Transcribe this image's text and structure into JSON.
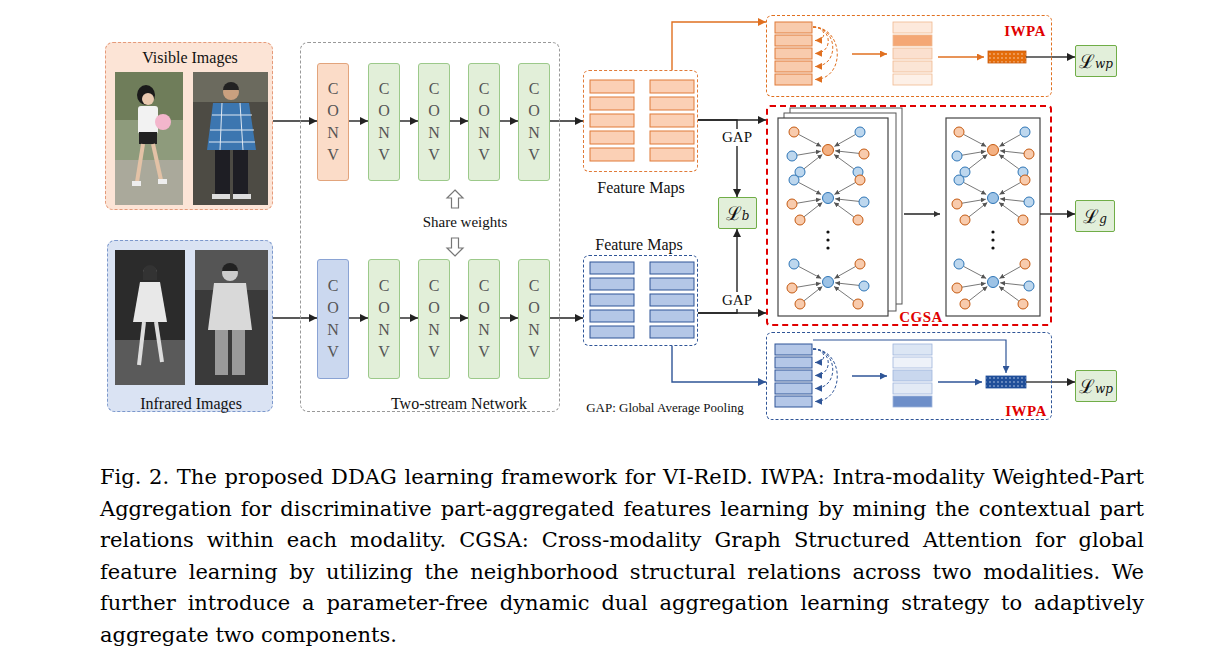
{
  "diagram": {
    "caption": "Fig. 2. The proposed DDAG learning framework for VI-ReID. IWPA: Intra-modality Weighted-Part Aggregation for discriminative part-aggregated features learning by mining the contextual part relations within each modality. CGSA: Cross-modality Graph Structured Attention for global feature learning by utilizing the neighborhood structural relations across two modalities. We further introduce a parameter-free dynamic dual aggregation learning strategy to adaptively aggregate two components.",
    "nodes": [
      {
        "text": [
          "Visible Images"
        ]
      },
      {
        "text": [
          "Two-stream Network"
        ]
      },
      {
        "text": [
          "CONV"
        ],
        "in": 1
      },
      {
        "text": [
          "CONV"
        ],
        "in": 1
      },
      {
        "text": [
          "CONV"
        ],
        "in": 1
      },
      {
        "text": [
          "CONV"
        ],
        "in": 1
      },
      {
        "text": [
          "CONV"
        ],
        "in": 1
      },
      {
        "text": [
          "CONV"
        ],
        "in": 1
      },
      {
        "text": [
          "CONV"
        ],
        "in": 1
      },
      {
        "text": [
          "CONV"
        ],
        "in": 1
      },
      {
        "text": [
          "CONV"
        ],
        "in": 1
      },
      {
        "text": [
          "CONV"
        ],
        "in": 1
      },
      {
        "text": [
          "Infrared Images"
        ]
      },
      {
        "text": [
          "Feature Maps"
        ]
      },
      {
        "text": [
          "Feature Maps"
        ]
      },
      {
        "text": [
          "ℒb"
        ]
      },
      {
        "text": [
          "IWPA"
        ]
      },
      {
        "text": [
          "ℒwp"
        ]
      },
      {
        "text": [
          "CGSA"
        ]
      },
      {
        "text": [
          "ℒg"
        ]
      },
      {
        "text": [
          "IWPA"
        ]
      },
      {
        "text": [
          "ℒwp"
        ]
      }
    ],
    "edges": [
      {
        "from": 0,
        "to": 2,
        "arrow": "to"
      },
      {
        "from": 2,
        "to": 3,
        "arrow": "to"
      },
      {
        "from": 3,
        "to": 4,
        "arrow": "to"
      },
      {
        "from": 4,
        "to": 5,
        "arrow": "to"
      },
      {
        "from": 5,
        "to": 6,
        "arrow": "to"
      },
      {
        "from": 6,
        "to": 13,
        "arrow": "to"
      },
      {
        "from": 12,
        "to": 7,
        "arrow": "to"
      },
      {
        "from": 7,
        "to": 8,
        "arrow": "to"
      },
      {
        "from": 8,
        "to": 9,
        "arrow": "to"
      },
      {
        "from": 9,
        "to": 10,
        "arrow": "to"
      },
      {
        "from": 10,
        "to": 11,
        "arrow": "to"
      },
      {
        "from": 11,
        "to": 14,
        "arrow": "to"
      },
      {
        "from": 13,
        "to": 16,
        "arrow": "to"
      },
      {
        "from": 13,
        "to": 18,
        "arrow": "to"
      },
      {
        "from": 13,
        "to": 15,
        "label": "GAP",
        "arrow": "to"
      },
      {
        "from": 14,
        "to": 15,
        "label": "GAP",
        "arrow": "to"
      },
      {
        "from": 14,
        "to": 18,
        "arrow": "to"
      },
      {
        "from": 14,
        "to": 20,
        "arrow": "to"
      },
      {
        "from": 16,
        "to": 17,
        "arrow": "to"
      },
      {
        "from": 18,
        "to": 19,
        "arrow": "to"
      },
      {
        "from": 20,
        "to": 21,
        "arrow": "to"
      }
    ],
    "labels": [
      "Share weights",
      "GAP: Global Average Pooling"
    ]
  }
}
